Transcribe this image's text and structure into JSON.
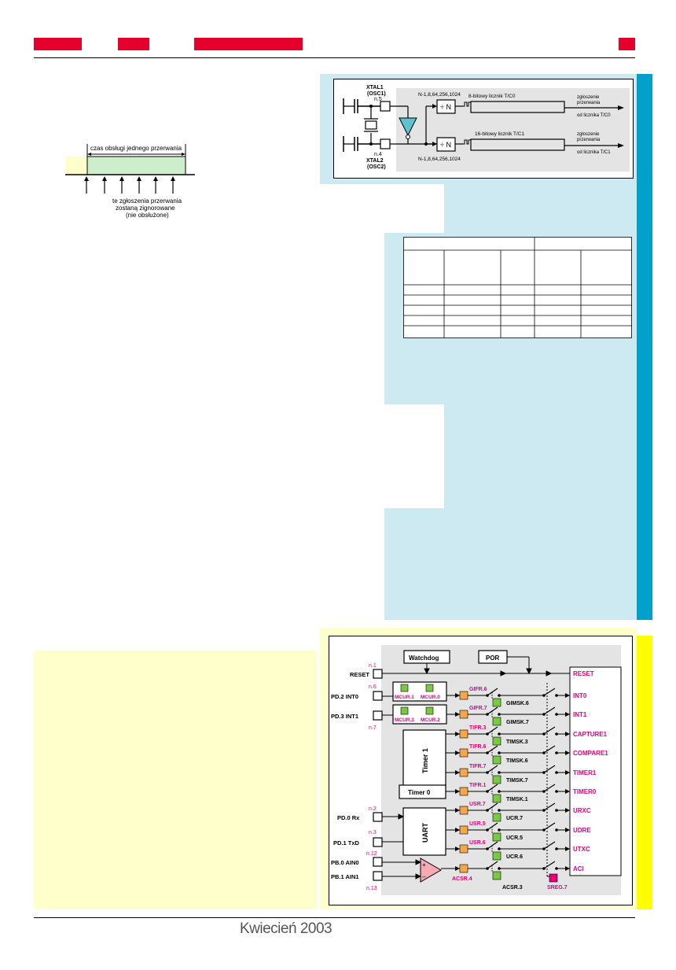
{
  "header": {
    "accent": "#e4002b"
  },
  "interrupt_timing": {
    "service_time_label": "czas obsługi jednego przerwania",
    "ignored_label_1": "te zgłoszenia przerwania",
    "ignored_label_2": "zostaną zignorowane",
    "ignored_label_3": "(nie obsłużone)"
  },
  "clock_diagram": {
    "xtal1": "XTAL1",
    "osc1": "(OSC1)",
    "pin5": "n.5",
    "pin4": "n.4",
    "xtal2": "XTAL2",
    "osc2": "(OSC2)",
    "prescaler_values_top": "N-1,8,64,256,1024",
    "prescaler_values_bottom": "N-1,8,64,256,1024",
    "divider_top": "÷ N",
    "divider_bottom": "÷ N",
    "counter_8bit": "8-bitowy licznik T/C0",
    "counter_16bit": "16-bitowy licznik T/C1",
    "req_top_1": "zgłoszenie",
    "req_top_2": "przerwania",
    "req_top_3": "od licznika T/C0",
    "req_bot_1": "zgłoszenie",
    "req_bot_2": "przerwania",
    "req_bot_3": "od licznika T/C1"
  },
  "interrupt_diagram": {
    "watchdog": "Watchdog",
    "por": "POR",
    "pin_n1": "n.1",
    "reset_in": "RESET",
    "pin_n6": "n.6",
    "pd2": "PD.2 INT0",
    "pd3": "PD.3 INT1",
    "pin_n7": "n.7",
    "mcur1": "MCUR.1",
    "mcur0": "MCUR.0",
    "mcur3": "MCUR.3",
    "mcur2": "MCUR.2",
    "timer1": "Timer 1",
    "timer0": "Timer 0",
    "uart": "UART",
    "pin_n2": "n.2",
    "pd0": "PD.0 Rx",
    "pin_n3": "n.3",
    "pd1": "PD.1 TxD",
    "pin_n12": "n.12",
    "pb0": "PB.0 AIN0",
    "pb1": "PB.1 AIN1",
    "pin_n13": "n.13",
    "flags": [
      "GIFR.6",
      "GIFR.7",
      "TIFR.3",
      "TIFR.6",
      "TIFR.7",
      "TIFR.1",
      "USR.7",
      "USR.5",
      "USR.6",
      "ACSR.4"
    ],
    "masks": [
      "GIMSK.6",
      "GIMSK.7",
      "TIMSK.3",
      "TIMSK.6",
      "TIMSK.7",
      "TIMSK.1",
      "UCR.7",
      "UCR.5",
      "UCR.6",
      "ACSR.3"
    ],
    "outputs": [
      "RESET",
      "INT0",
      "INT1",
      "CAPTURE1",
      "COMPARE1",
      "TIMER1",
      "TIMER0",
      "URXC",
      "UDRE",
      "UTXC",
      "ACI"
    ],
    "sreg": "SREG.7",
    "plus": "+",
    "minus": "–"
  },
  "footer": {
    "date": "Kwiecień 2003"
  }
}
